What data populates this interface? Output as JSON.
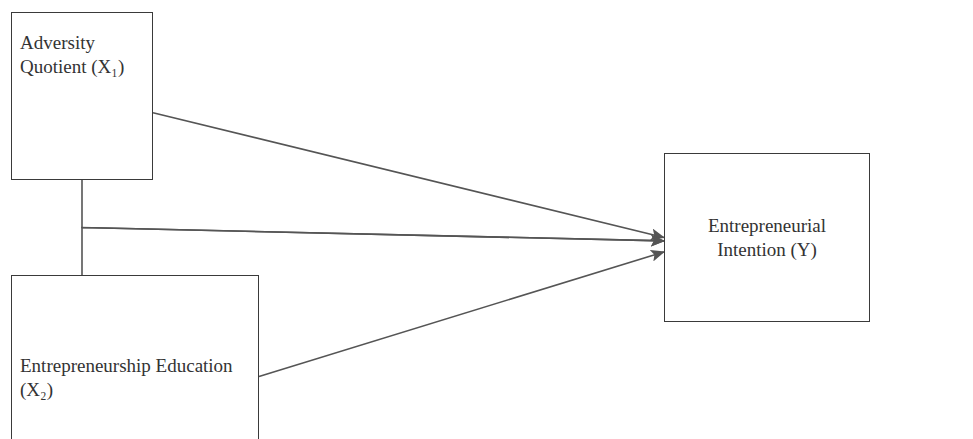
{
  "diagram": {
    "nodes": [
      {
        "text": [
          "Adversity Quotient (X₁)"
        ]
      },
      {
        "text": [
          "Entrepreneurship Education (X₂)"
        ]
      },
      {
        "text": [
          "Entrepreneurial Intention (Y)"
        ]
      }
    ],
    "edges": [
      {
        "from": 0,
        "to": 2,
        "arrow": "to"
      },
      {
        "from": 0,
        "to": 2,
        "arrow": "to"
      },
      {
        "from": 1,
        "to": 2,
        "arrow": "to"
      },
      {
        "from": 1,
        "to": 2,
        "arrow": "to"
      }
    ]
  }
}
